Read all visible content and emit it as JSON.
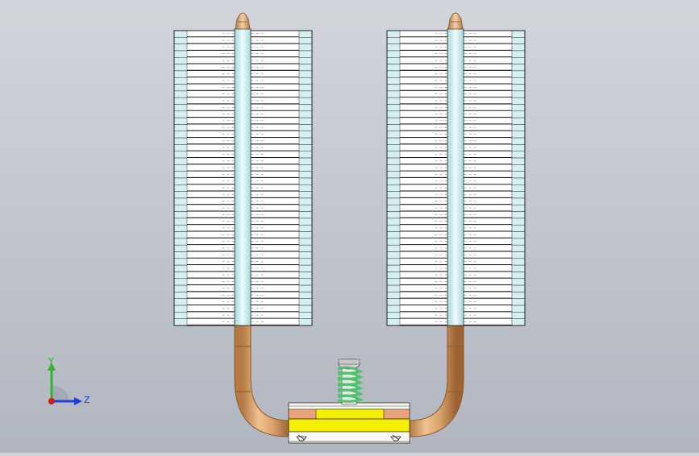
{
  "viewport": {
    "background_top": "#d2d5da",
    "background_bottom": "#b1b6c0"
  },
  "model": {
    "fin_stack_count": 2,
    "fins_per_stack": 44,
    "colors": {
      "fin_fill": "#ffffff",
      "fin_line": "#1a1a1a",
      "fin_end_cap": "#d6f0f2",
      "heatpipe_cyan": "#dbf3f6",
      "heatpipe_copper": "#d9a56c",
      "copper_dark": "#a8703a",
      "base_yellow": "#f5f000",
      "base_pad": "#e8a27c",
      "spring_green": "#4fc26b",
      "screw_gray": "#c8c8c8"
    }
  },
  "triad": {
    "y_label": "Y",
    "z_label": "Z",
    "y_color": "#2fb52f",
    "z_color": "#1f3fd6",
    "origin_color": "#d11a1a"
  }
}
